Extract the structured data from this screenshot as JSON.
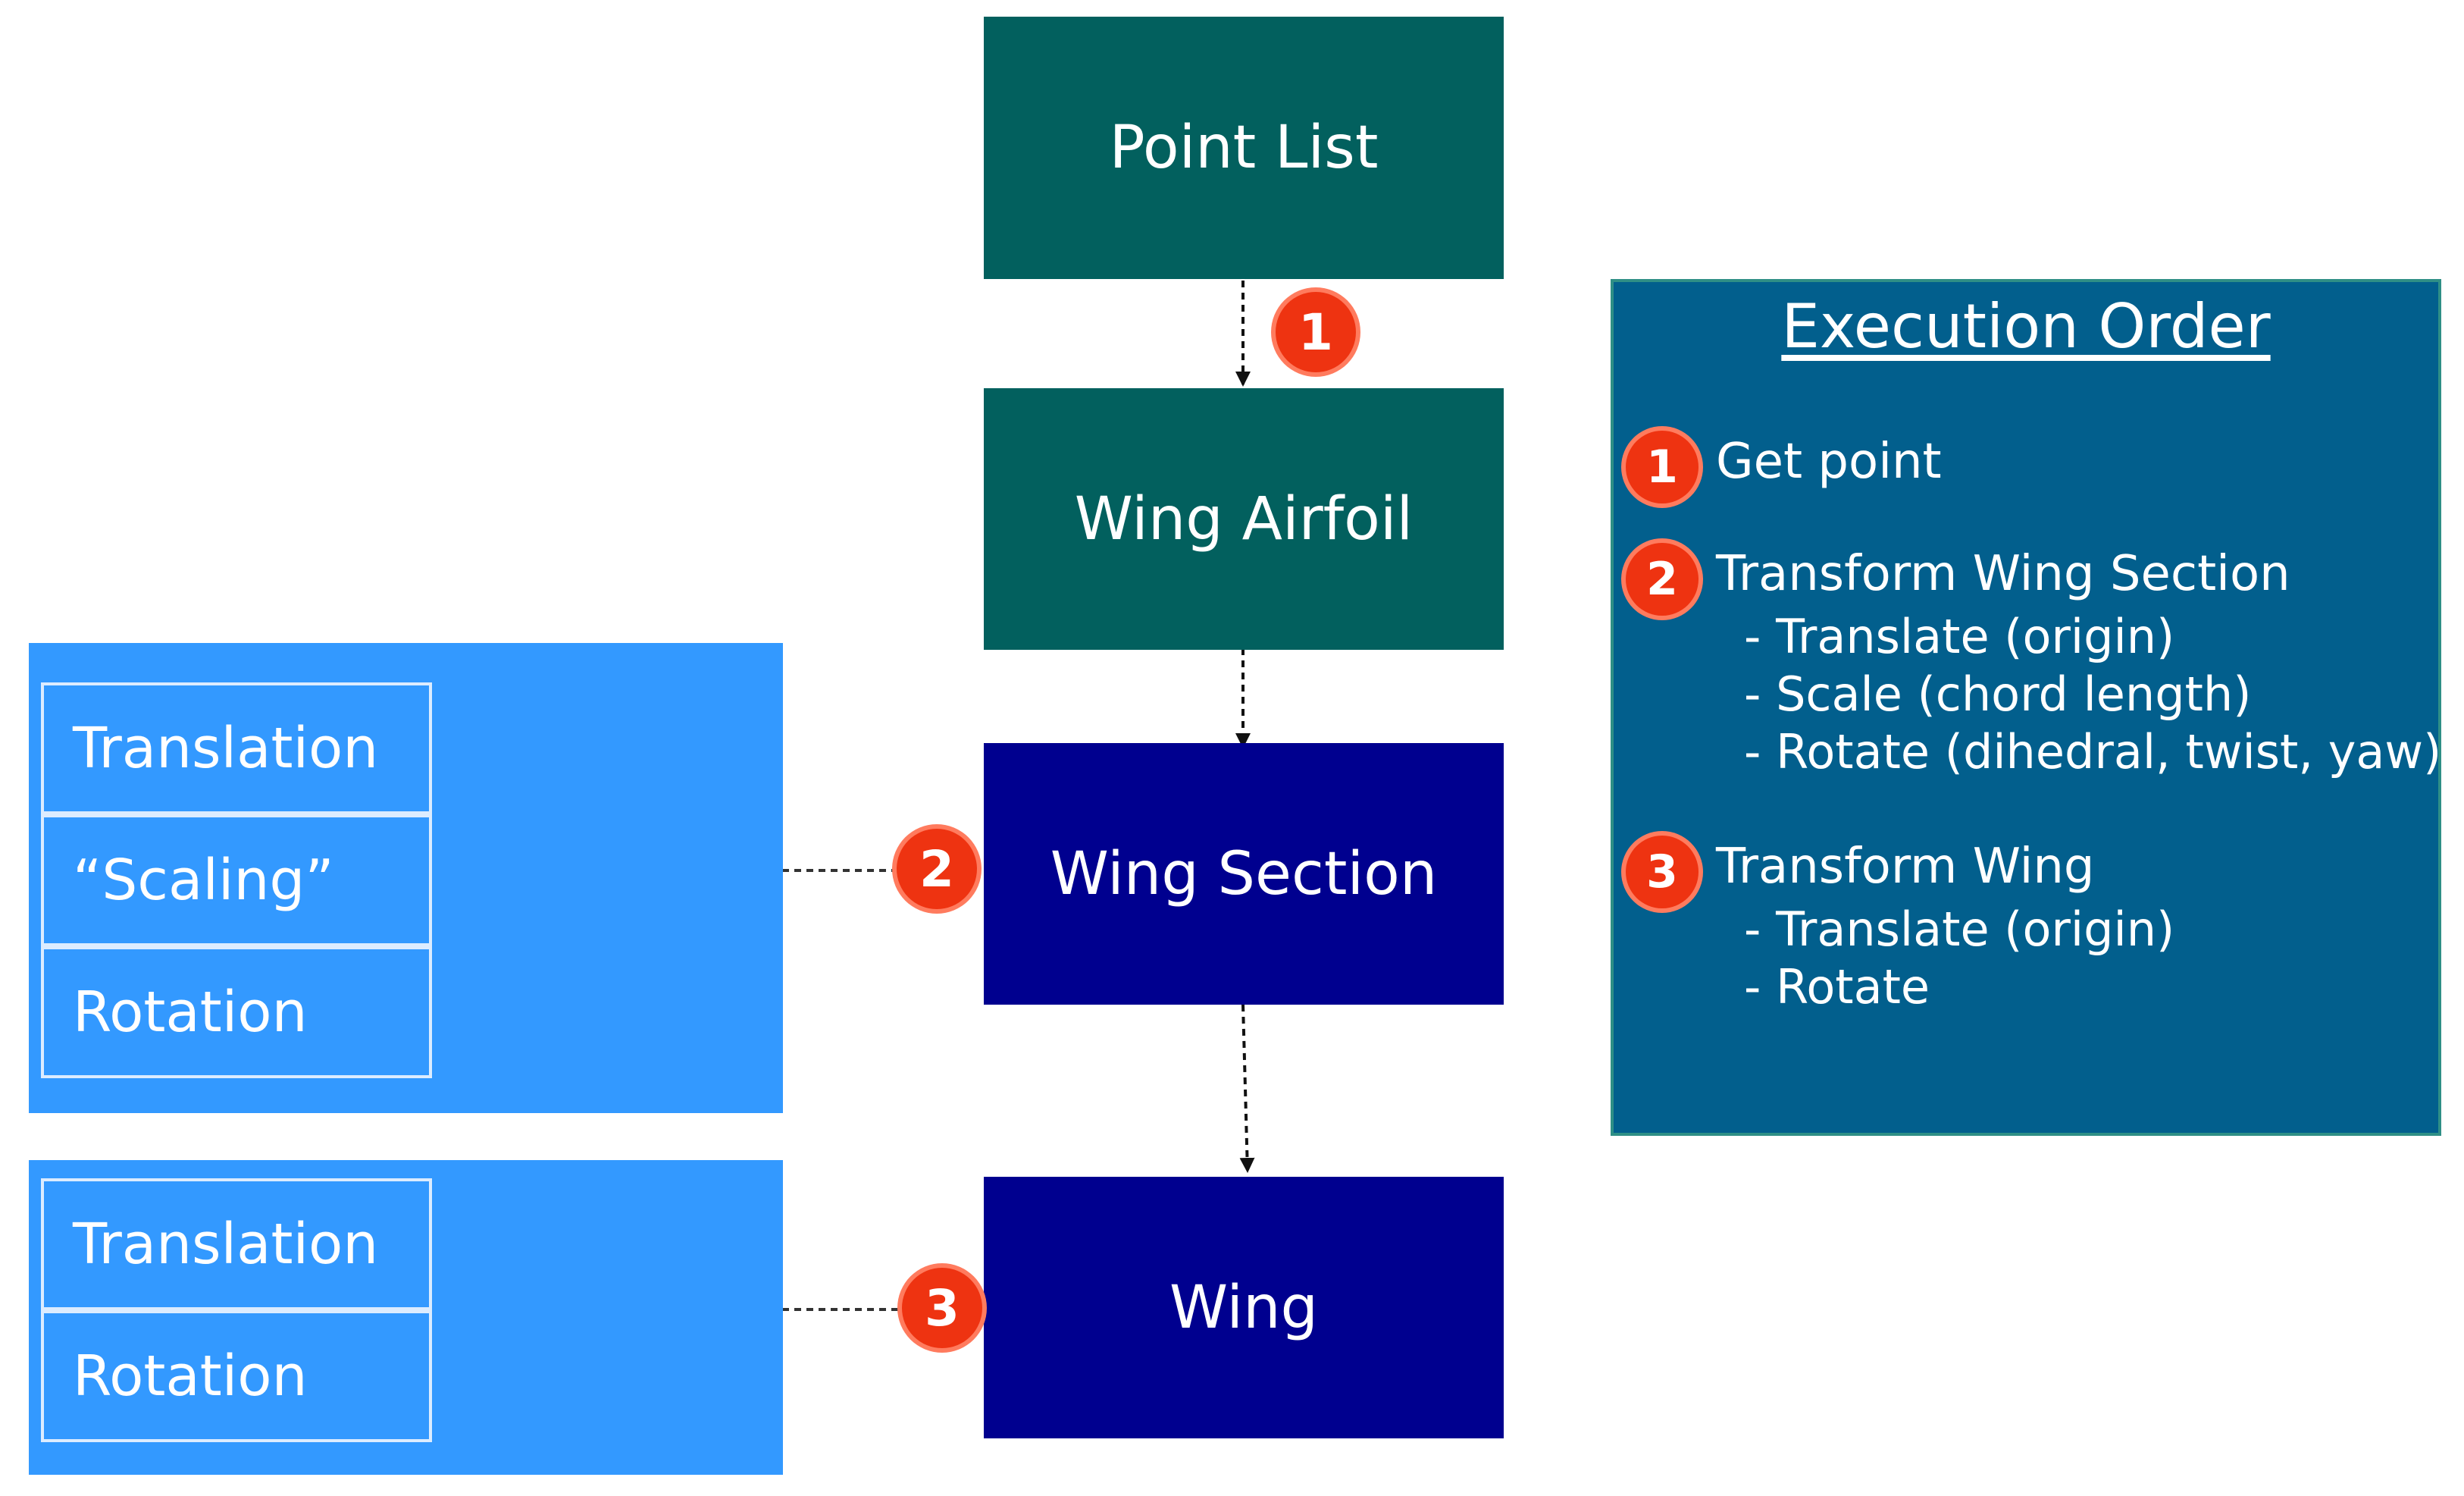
{
  "nodes": {
    "point_list": "Point List",
    "wing_airfoil": "Wing Airfoil",
    "wing_section": "Wing Section",
    "wing": "Wing"
  },
  "section_panel": {
    "items": [
      "Translation",
      "“Scaling”",
      "Rotation"
    ]
  },
  "wing_panel": {
    "items": [
      "Translation",
      "Rotation"
    ]
  },
  "badges": [
    "1",
    "2",
    "3"
  ],
  "execution_order": {
    "title": "Execution Order",
    "steps": [
      {
        "number": "1",
        "title": "Get point",
        "items": []
      },
      {
        "number": "2",
        "title": "Transform Wing Section",
        "items": [
          "- Translate (origin)",
          "- Scale (chord length)",
          "- Rotate (dihedral, twist, yaw)"
        ]
      },
      {
        "number": "3",
        "title": "Transform Wing",
        "items": [
          "- Translate (origin)",
          "- Rotate"
        ]
      }
    ]
  },
  "colors": {
    "teal_node": "#02605e",
    "navy_node": "#00008f",
    "panel_blue": "#3399ff",
    "order_panel": "#025f8d",
    "badge_red": "#ee3311"
  }
}
